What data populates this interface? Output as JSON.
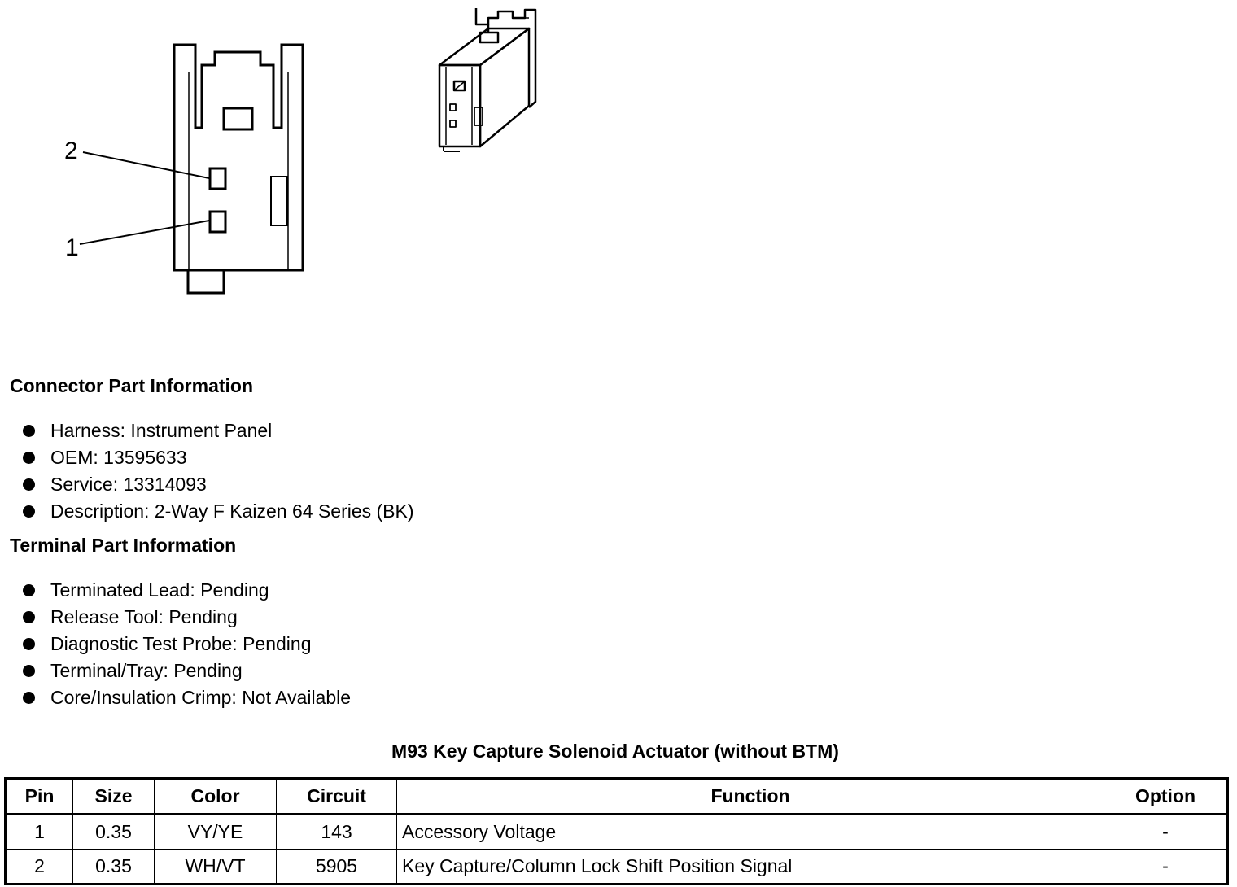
{
  "diagram": {
    "pin_callouts": [
      "2",
      "1"
    ]
  },
  "connector_info": {
    "heading": "Connector Part Information",
    "items": [
      "Harness: Instrument Panel",
      "OEM: 13595633",
      "Service: 13314093",
      "Description: 2-Way F Kaizen 64 Series (BK)"
    ]
  },
  "terminal_info": {
    "heading": "Terminal Part Information",
    "items": [
      "Terminated Lead: Pending",
      "Release Tool: Pending",
      "Diagnostic Test Probe: Pending",
      "Terminal/Tray: Pending",
      "Core/Insulation Crimp: Not Available"
    ]
  },
  "table": {
    "title": "M93 Key Capture Solenoid Actuator (without BTM)",
    "headers": [
      "Pin",
      "Size",
      "Color",
      "Circuit",
      "Function",
      "Option"
    ],
    "rows": [
      [
        "1",
        "0.35",
        "VY/YE",
        "143",
        "Accessory Voltage",
        "-"
      ],
      [
        "2",
        "0.35",
        "WH/VT",
        "5905",
        "Key Capture/Column Lock Shift Position Signal",
        "-"
      ]
    ]
  }
}
